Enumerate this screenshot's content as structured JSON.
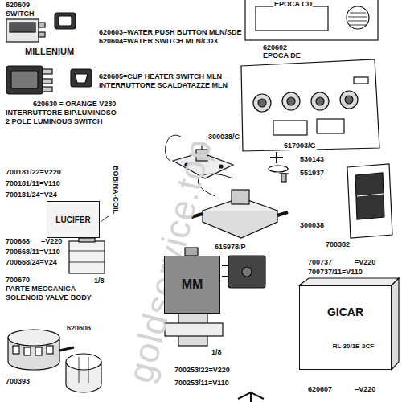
{
  "diagram": {
    "nodes": [
      {
        "text": [
          "LUCIFER"
        ]
      },
      {
        "text": [
          "MM"
        ]
      },
      {
        "text": [
          "GICAR",
          "RL 30/1E-2CF"
        ]
      }
    ],
    "edges": [],
    "labels": [
      "EPOCA CD",
      "620609",
      "SWITCH",
      "620603=WATER PUSH BUTTON MLN/SDE",
      "620604=WATER SWITCH MLN/CDX",
      "MILLENIUM",
      "620602",
      "EPOCA DE",
      "620605=CUP HEATER SWITCH MLN",
      "INTERRUTTORE SCALDATAZZE MLN",
      "620630 = ORANGE V230",
      "INTERRUTTORE BIP.LUMINOSO",
      "2 POLE LUMINOUS SWITCH",
      "300038/C",
      "617903/G",
      "530143",
      "551937",
      "700181/22=V220",
      "700181/11=V110",
      "700181/24=V24",
      "BOBINA-COIL",
      "300038",
      "700382",
      "700668",
      "=V220",
      "700668/11=V110",
      "700668/24=V24",
      "700670",
      "PARTE MECCANICA",
      "SOLENOID VALVE BODY",
      "1/8",
      "615978/P",
      "700737",
      "=V220",
      "700737/11=V110",
      "620606",
      "1/8",
      "700393",
      "700253/22=V220",
      "700253/11=V110",
      "620607",
      "=V220",
      "goldservice.top"
    ]
  }
}
